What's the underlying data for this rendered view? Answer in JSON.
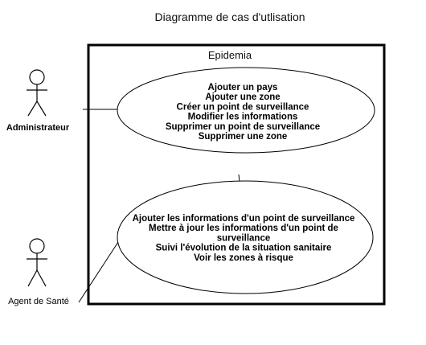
{
  "diagram": {
    "title": "Diagramme de cas d'utlisation",
    "system": {
      "name": "Epidemia"
    },
    "actors": [
      {
        "id": "admin",
        "label": "Administrateur"
      },
      {
        "id": "agent",
        "label": "Agent de Santé"
      }
    ],
    "use_cases": [
      {
        "id": "admin-usecases",
        "lines": [
          "Ajouter un pays",
          "Ajouter une zone",
          "Créer un point de surveillance",
          "Modifier les informations",
          "Supprimer un point de surveillance",
          "Supprimer une zone"
        ]
      },
      {
        "id": "agent-usecases",
        "lines": [
          "Ajouter les informations d'un point de surveillance",
          "Mettre à jour les informations d'un point de",
          "surveillance",
          "Suivi l'évolution de la situation sanitaire",
          "Voir les zones à risque"
        ]
      }
    ]
  }
}
